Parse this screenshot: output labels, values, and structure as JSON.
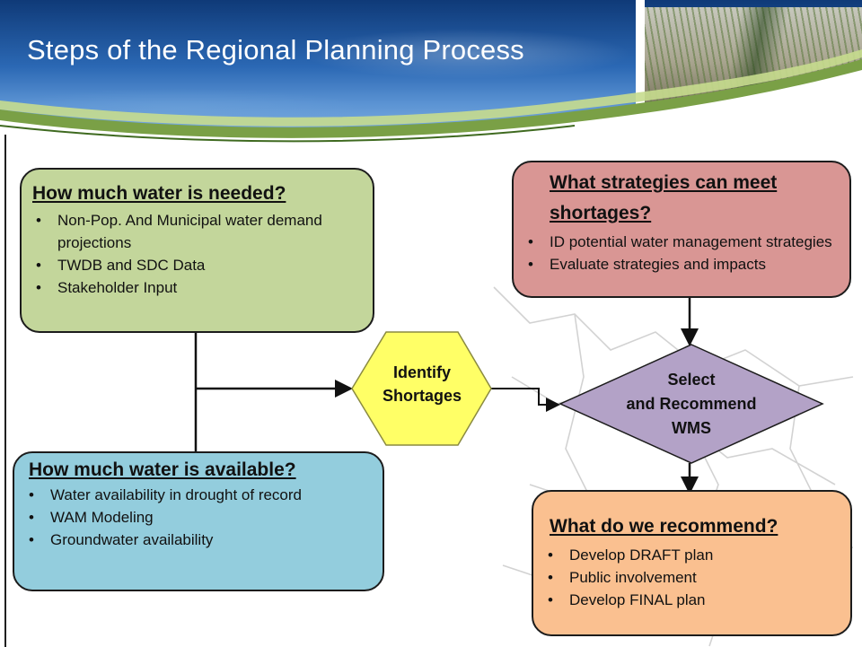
{
  "title": "Steps of the Regional Planning Process",
  "colors": {
    "needed_box": "#c3d69b",
    "available_box": "#93cddd",
    "strategies_box": "#d99694",
    "recommend_box": "#fac090",
    "hexagon": "#ffff66",
    "diamond": "#b3a2c7",
    "swoosh_green": "#7aa046",
    "header_water": "#2b68b4"
  },
  "needed": {
    "heading": "How much water is needed?",
    "items": [
      "Non-Pop. And Municipal water demand projections",
      "TWDB and SDC Data",
      "Stakeholder Input"
    ]
  },
  "available": {
    "heading": "How much water is available?",
    "items": [
      "Water availability in drought of record",
      "WAM Modeling",
      "Groundwater availability"
    ]
  },
  "strategies": {
    "heading": "What strategies can meet shortages?",
    "items": [
      "ID potential water management strategies",
      "Evaluate strategies and impacts"
    ]
  },
  "identify": {
    "line1": "Identify",
    "line2": "Shortages"
  },
  "select": {
    "line1": "Select",
    "line2": "and Recommend",
    "line3": "WMS"
  },
  "recommend": {
    "heading": "What do we recommend?",
    "items": [
      "Develop DRAFT plan",
      "Public involvement",
      "Develop FINAL plan"
    ]
  },
  "bullet": "•"
}
